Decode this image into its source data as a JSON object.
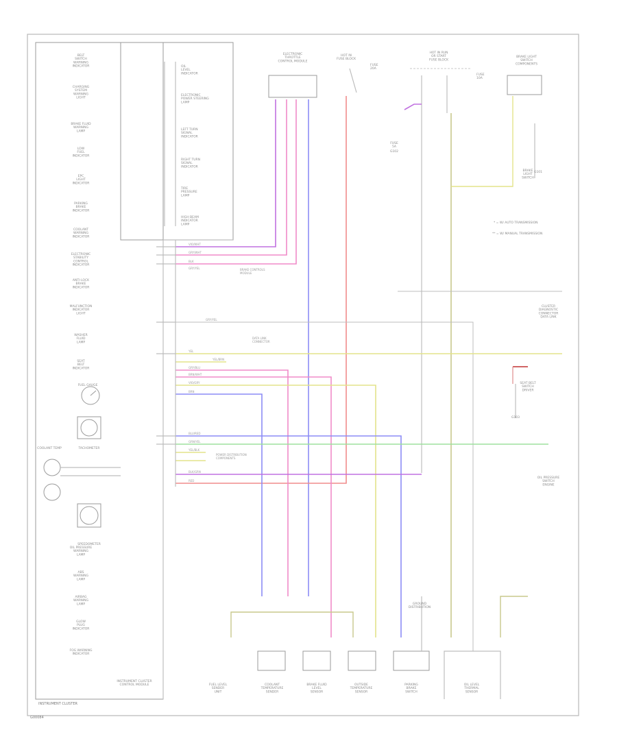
{
  "figure_id": "G00084",
  "cluster": {
    "title": "INSTRUMENT CLUSTER",
    "subtitle": "INSTRUMENT CLUSTER\nCONTROL MODULE",
    "left_items": [
      "BELT\nSWITCH\nWARNING\nINDICATOR",
      "CHARGING\nSYSTEM\nWARNING\nLIGHT",
      "BRAKE FLUID\nWARNING\nLAMP",
      "LOW\nFUEL\nINDICATOR",
      "EPC\nLIGHT\nINDICATOR",
      "PARKING\nBRAKE\nINDICATOR",
      "COOLANT\nWARNING\nINDICATOR",
      "ELECTRONIC\nSTABILITY\nCONTROL\nINDICATOR",
      "ANTI-LOCK\nBRAKE\nINDICATOR",
      "MALFUNCTION\nINDICATOR\nLIGHT",
      "WASHER\nFLUID\nLAMP",
      "SEAT\nBELT\nINDICATOR"
    ],
    "gauges": [
      "FUEL GAUGE",
      "TACHOMETER",
      "COOLANT TEMP",
      "SPEEDOMETER"
    ],
    "bottom_items": [
      "OIL PRESSURE\nWARNING\nLAMP",
      "ABS\nWARNING\nLAMP",
      "AIRBAG\nWARNING\nLAMP",
      "GLOW\nPLUG\nINDICATOR",
      "FOG WARNING\nINDICATOR"
    ],
    "right_items": [
      "OIL\nLEVEL\nINDICATOR",
      "ELECTRONIC\nPOWER STEERING\nLAMP",
      "LEFT TURN\nSIGNAL\nINDICATOR",
      "RIGHT TURN\nSIGNAL\nINDICATOR",
      "TIRE\nPRESSURE\nLAMP",
      "HIGH BEAM\nINDICATOR\nLAMP"
    ]
  },
  "top_components": [
    "ELECTRONIC\nTHROTTLE\nCONTROL MODULE",
    "HOT IN\nFUSE BLOCK",
    "HOT IN RUN\nOR START\nFUSE BLOCK",
    "BRAKE LIGHT\nSWITCH\nCOMPONENTS"
  ],
  "fuse_labels": [
    "FUSE\n20A",
    "FUSE\n10A",
    "FUSE\n5A"
  ],
  "notes": [
    "= W/ AUTO TRANSMISSION",
    "= W/ MANUAL TRANSMISSION"
  ],
  "right_components": [
    "CLUSTER\nDIAGNOSTIC\nCONNECTOR\nDATA LINK",
    "SEAT BELT\nSWITCH\nDRIVER",
    "OIL PRESSURE\nSWITCH\nENGINE",
    "BRAKE\nLIGHT\nSWITCH"
  ],
  "wire_labels": [
    "VIO/WHT",
    "GRY/WHT",
    "BLK",
    "GRY/YEL",
    "GRY/YEL",
    "YEL",
    "YEL/BRN",
    "GRY/BLU",
    "BRN/WHT",
    "VIO/GRY",
    "BRN",
    "BLU/RED",
    "GRN/YEL",
    "YEL/BLK",
    "BLK/GRN",
    "RED"
  ],
  "small_labels": [
    "BRAKE CONTROLS\nMODULE",
    "DATA LINK\nCONNECTOR",
    "POWER DISTRIBUTION\nCOMPONENTS"
  ],
  "bottom_components": [
    "FUEL LEVEL\nSENDER\nUNIT",
    "COOLANT\nTEMPERATURE\nSENDER",
    "BRAKE FLUID\nLEVEL\nSENSOR",
    "OUTSIDE\nTEMPERATURE\nSENSOR",
    "PARKING\nBRAKE\nSWITCH",
    "OIL LEVEL\nTHERMAL\nSENSOR"
  ],
  "grounds": [
    "GROUND\nDISTRIBUTION",
    "G101",
    "G102",
    "G103"
  ],
  "colors": {
    "violet": "#c070e0",
    "pink": "#f08ac8",
    "blue": "#8c8cf5",
    "red": "#f08c8c",
    "yellow": "#e3e38a",
    "olive": "#c8c88c",
    "green": "#9ee09e",
    "gray": "#bdbdbd",
    "darkred": "#c03030"
  }
}
